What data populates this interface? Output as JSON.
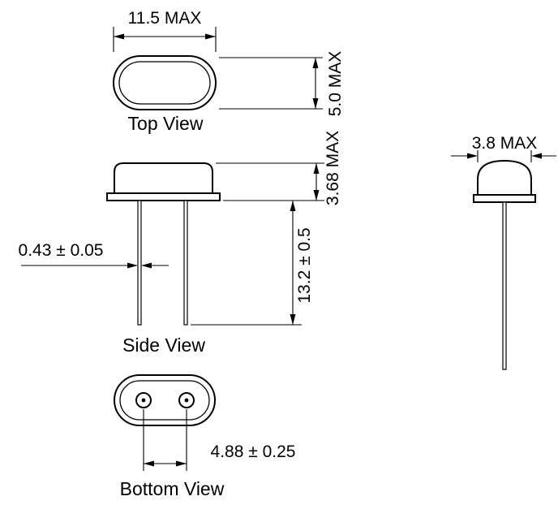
{
  "drawing": {
    "background": "#ffffff",
    "line_color": "#000000",
    "views": {
      "top": {
        "label": "Top View",
        "width_dim": "11.5 MAX",
        "height_dim": "5.0 MAX"
      },
      "side": {
        "label": "Side View",
        "body_height_dim": "3.68 MAX",
        "lead_length_dim": "13.2 ± 0.5",
        "lead_diameter_dim": "0.43 ± 0.05"
      },
      "end": {
        "width_dim": "3.8 MAX"
      },
      "bottom": {
        "label": "Bottom View",
        "lead_spacing_dim": "4.88 ± 0.25"
      }
    }
  }
}
